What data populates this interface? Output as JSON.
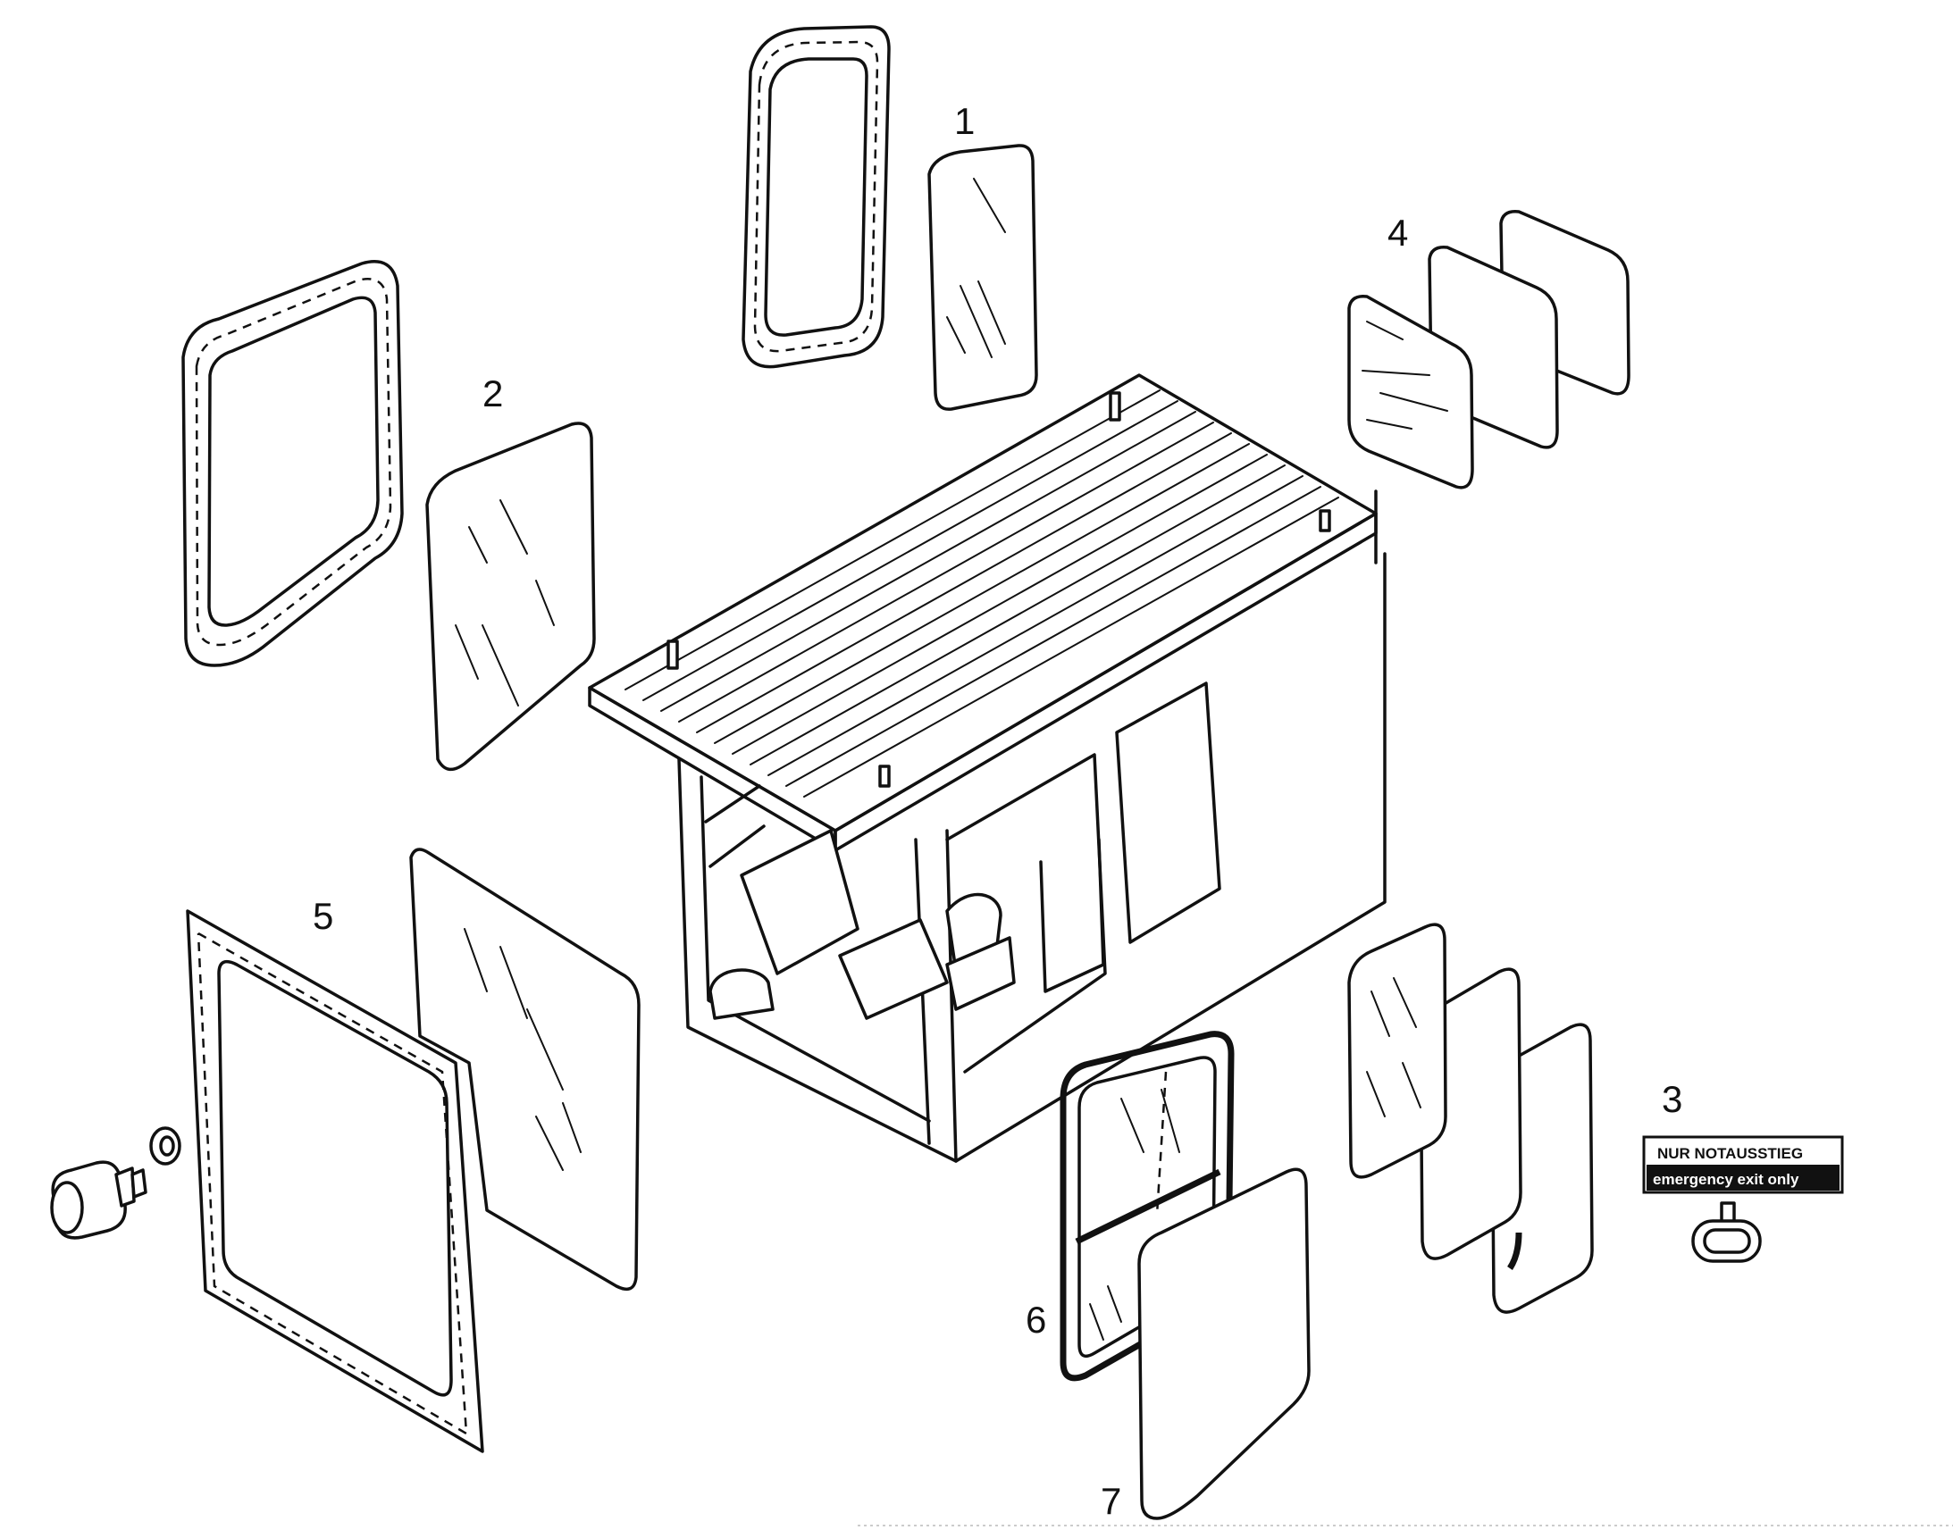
{
  "labels": {
    "part_1": "1",
    "part_2": "2",
    "part_3": "3",
    "part_4": "4",
    "part_5": "5",
    "part_6": "6",
    "part_7": "7"
  },
  "sticker": {
    "line1": "NUR NOTAUSSTIEG",
    "line2": "emergency exit only"
  },
  "colors": {
    "ink": "#111111",
    "background": "#ffffff"
  }
}
